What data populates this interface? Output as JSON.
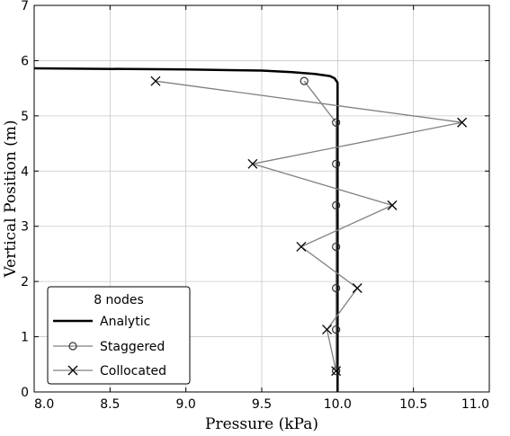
{
  "chart_data": {
    "type": "line",
    "title": "",
    "xlabel": "Pressure (kPa)",
    "ylabel": "Vertical Position (m)",
    "xlim": [
      8.0,
      11.0
    ],
    "ylim": [
      0,
      7
    ],
    "x_ticks": [
      "8.0",
      "8.5",
      "9.0",
      "9.5",
      "10.0",
      "10.5",
      "11.0"
    ],
    "y_ticks": [
      "0",
      "1",
      "2",
      "3",
      "4",
      "5",
      "6",
      "7"
    ],
    "grid": true,
    "legend": {
      "title": "8 nodes",
      "placement": "lower-left",
      "entries": [
        "Analytic",
        "Staggered",
        "Collocated"
      ]
    },
    "series": [
      {
        "name": "Analytic",
        "style": "solid-thick",
        "color": "#000000",
        "x": [
          8.0,
          9.0,
          9.5,
          9.7,
          9.85,
          9.95,
          9.98,
          9.99,
          10.0,
          10.0
        ],
        "y": [
          5.86,
          5.84,
          5.82,
          5.79,
          5.76,
          5.72,
          5.68,
          5.64,
          5.6,
          0
        ]
      },
      {
        "name": "Staggered",
        "style": "circle-marker",
        "color": "#808080",
        "x": [
          9.78,
          9.99,
          9.99,
          9.99,
          9.99,
          9.99,
          9.99,
          9.99,
          9.99
        ],
        "y": [
          5.63,
          4.88,
          4.13,
          3.38,
          2.63,
          1.88,
          1.13,
          0.38,
          0.38
        ]
      },
      {
        "name": "Collocated",
        "style": "x-marker",
        "color": "#808080",
        "x": [
          8.8,
          10.82,
          9.44,
          10.36,
          9.76,
          10.13,
          9.93,
          9.99
        ],
        "y": [
          5.63,
          4.88,
          4.13,
          3.38,
          2.63,
          1.88,
          1.13,
          0.38
        ]
      }
    ]
  }
}
